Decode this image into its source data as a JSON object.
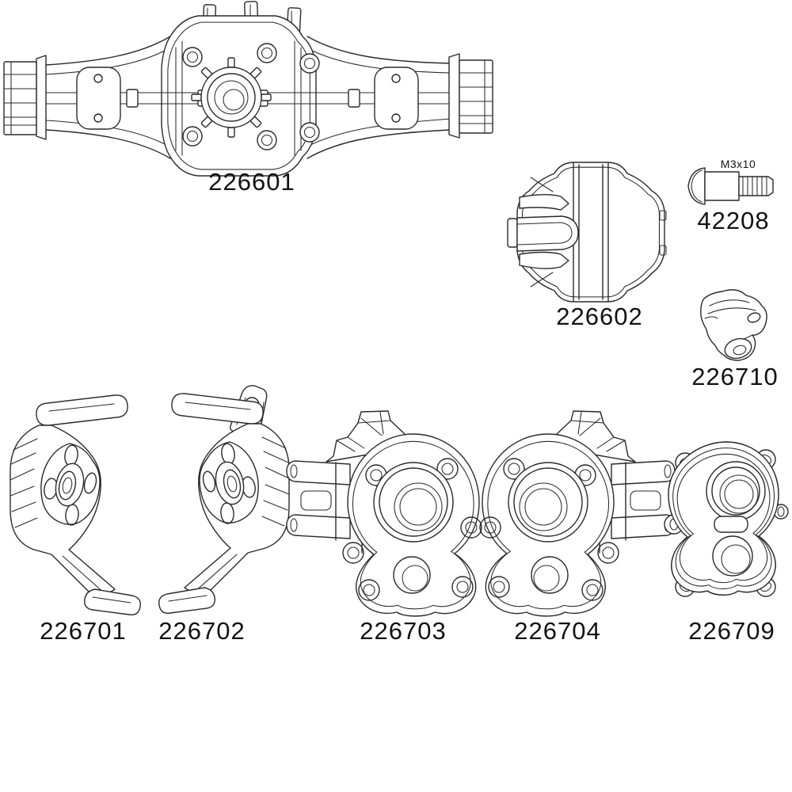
{
  "page": {
    "background": "#ffffff",
    "line_color": "#2a2a2a",
    "label_color": "#121212"
  },
  "parts": [
    {
      "number": "226601",
      "drawing": "rear-axle-housing"
    },
    {
      "number": "226602",
      "drawing": "differential-cover"
    },
    {
      "number": "42208",
      "size_label": "M3x10",
      "drawing": "button-head-screw"
    },
    {
      "number": "226710",
      "drawing": "link-mount-bracket"
    },
    {
      "number": "226701",
      "drawing": "caster-block-left"
    },
    {
      "number": "226702",
      "drawing": "caster-block-right"
    },
    {
      "number": "226703",
      "drawing": "portal-knuckle-left"
    },
    {
      "number": "226704",
      "drawing": "portal-knuckle-right"
    },
    {
      "number": "226709",
      "drawing": "portal-gear-cover"
    }
  ]
}
